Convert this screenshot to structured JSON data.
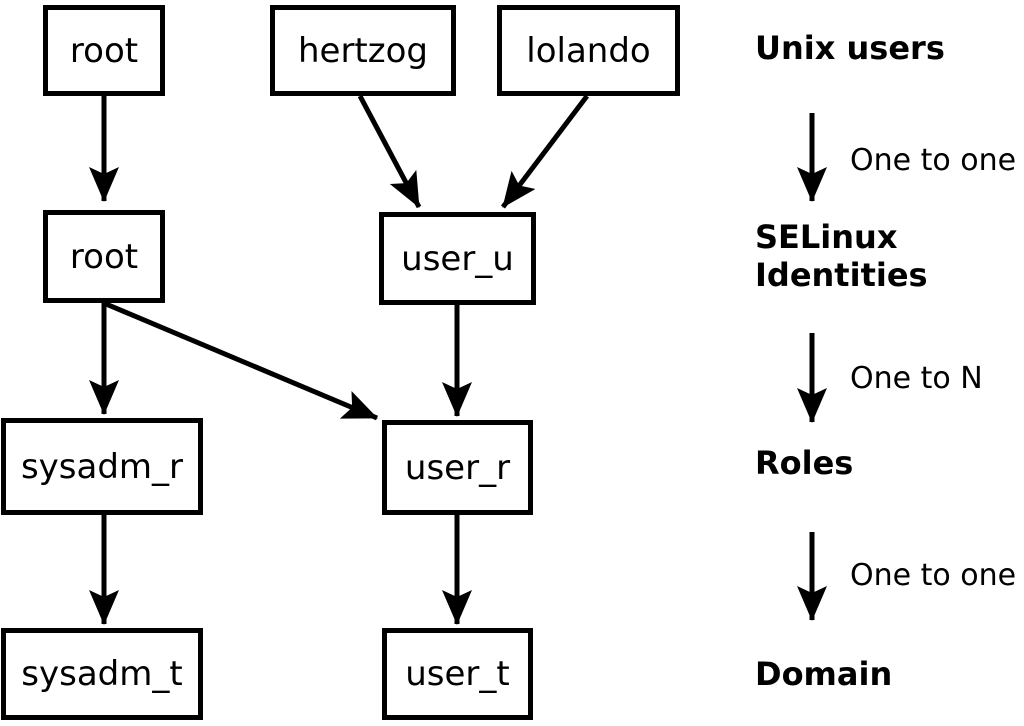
{
  "colors": {
    "foreground": "#000000",
    "background": "#ffffff"
  },
  "nodes": {
    "unix_root": {
      "label": "root"
    },
    "hertzog": {
      "label": "hertzog"
    },
    "lolando": {
      "label": "lolando"
    },
    "selinux_root": {
      "label": "root"
    },
    "user_u": {
      "label": "user_u"
    },
    "sysadm_r": {
      "label": "sysadm_r"
    },
    "user_r": {
      "label": "user_r"
    },
    "sysadm_t": {
      "label": "sysadm_t"
    },
    "user_t": {
      "label": "user_t"
    }
  },
  "legend": {
    "unix_users": {
      "label": "Unix users"
    },
    "selinux_identities": {
      "line1": "SELinux",
      "line2": "Identities"
    },
    "roles": {
      "label": "Roles"
    },
    "domain": {
      "label": "Domain"
    },
    "arrow1": {
      "label": "One to one"
    },
    "arrow2": {
      "label": "One to N"
    },
    "arrow3": {
      "label": "One to one"
    }
  }
}
